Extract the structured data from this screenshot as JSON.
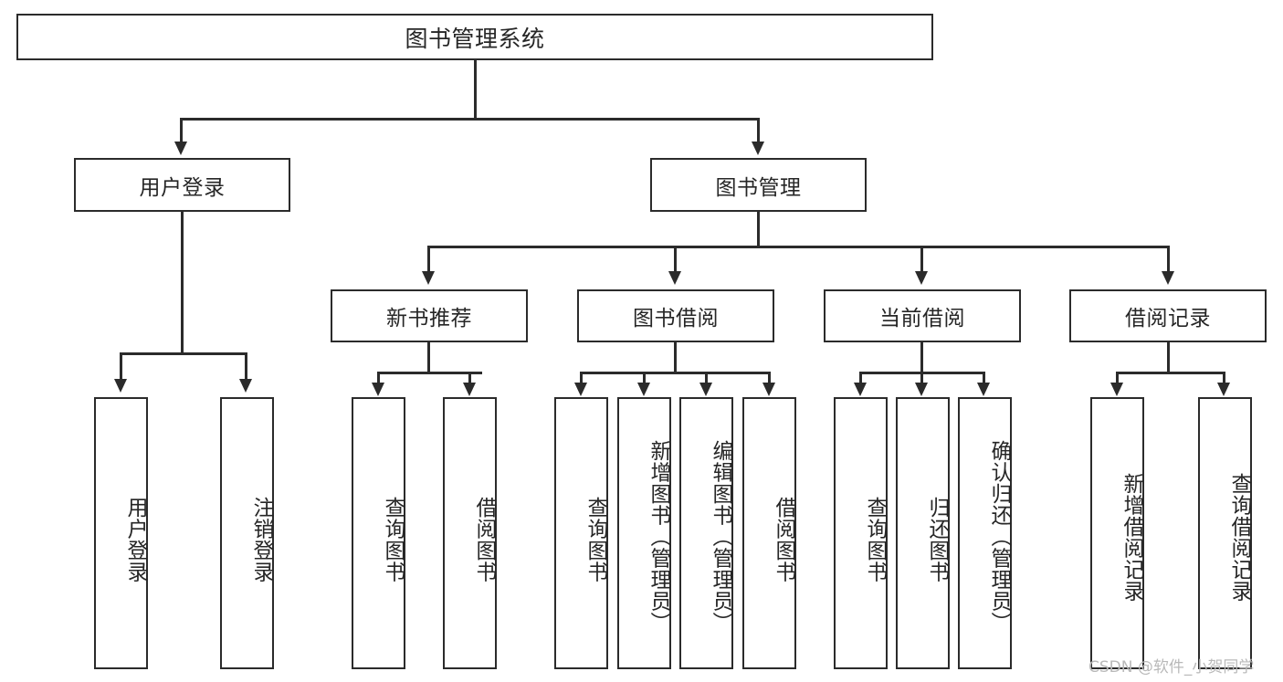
{
  "diagram": {
    "title": "图书管理系统",
    "type": "hierarchy-tree",
    "root": {
      "label": "图书管理系统"
    },
    "level1": [
      {
        "label": "用户登录"
      },
      {
        "label": "图书管理"
      }
    ],
    "level2": [
      {
        "label": "新书推荐"
      },
      {
        "label": "图书借阅"
      },
      {
        "label": "当前借阅"
      },
      {
        "label": "借阅记录"
      }
    ],
    "leaves": {
      "user_login": [
        {
          "label": "用户登录"
        },
        {
          "label": "注销登录"
        }
      ],
      "new_book_recommend": [
        {
          "label": "查询图书"
        },
        {
          "label": "借阅图书"
        }
      ],
      "book_borrow": [
        {
          "label": "查询图书"
        },
        {
          "label": "新增图书（管理员）"
        },
        {
          "label": "编辑图书（管理员）"
        },
        {
          "label": "借阅图书"
        }
      ],
      "current_borrow": [
        {
          "label": "查询图书"
        },
        {
          "label": "归还图书"
        },
        {
          "label": "确认归还（管理员）"
        }
      ],
      "borrow_record": [
        {
          "label": "新增借阅记录"
        },
        {
          "label": "查询借阅记录"
        }
      ]
    }
  },
  "watermark": {
    "text": "CSDN @软件_小贺同学"
  },
  "colors": {
    "stroke": "#2b2b2b",
    "background": "#ffffff",
    "text": "#262626",
    "watermark": "#b9b9b9"
  }
}
